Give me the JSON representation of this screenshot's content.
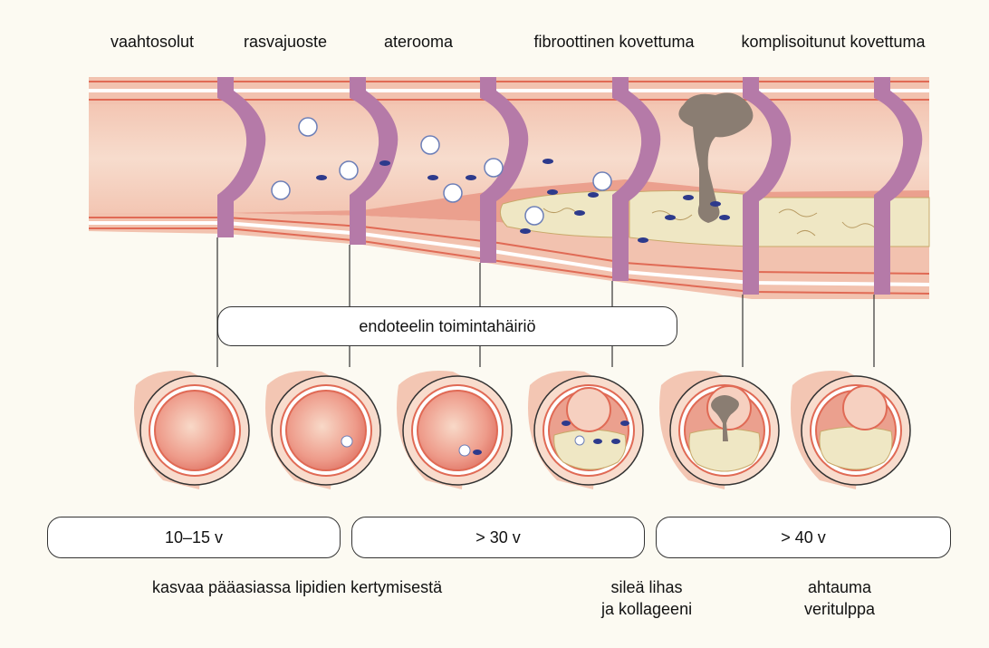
{
  "stages": [
    {
      "label": "vaahtosolut"
    },
    {
      "label": "rasvajuoste"
    },
    {
      "label": "aterooma"
    },
    {
      "label": "fibroottinen kovettuma"
    },
    {
      "label": "komplisoitunut kovettuma"
    }
  ],
  "endothelial_label": "endoteelin toimintahäiriö",
  "age_ranges": [
    {
      "label": "10–15 v"
    },
    {
      "label": "> 30 v"
    },
    {
      "label": "> 40 v"
    }
  ],
  "notes": {
    "lipids": "kasvaa pääasiassa lipidien kertymisestä",
    "smooth_muscle_line1": "sileä lihas",
    "smooth_muscle_line2": "ja kollageeni",
    "stenosis_line1": "ahtauma",
    "stenosis_line2": "veritulppa"
  },
  "colors": {
    "vessel_wall": "#f3c3b0",
    "lumen": "#f6d7c8",
    "intima_line": "#e06a55",
    "valve": "#b57aa8",
    "lipid_core": "#efe7c4",
    "foam_cell": "#ffffff",
    "lipid_particle": "#2d3a8c",
    "thrombus": "#8a7d72",
    "background": "#fcfaf2"
  }
}
